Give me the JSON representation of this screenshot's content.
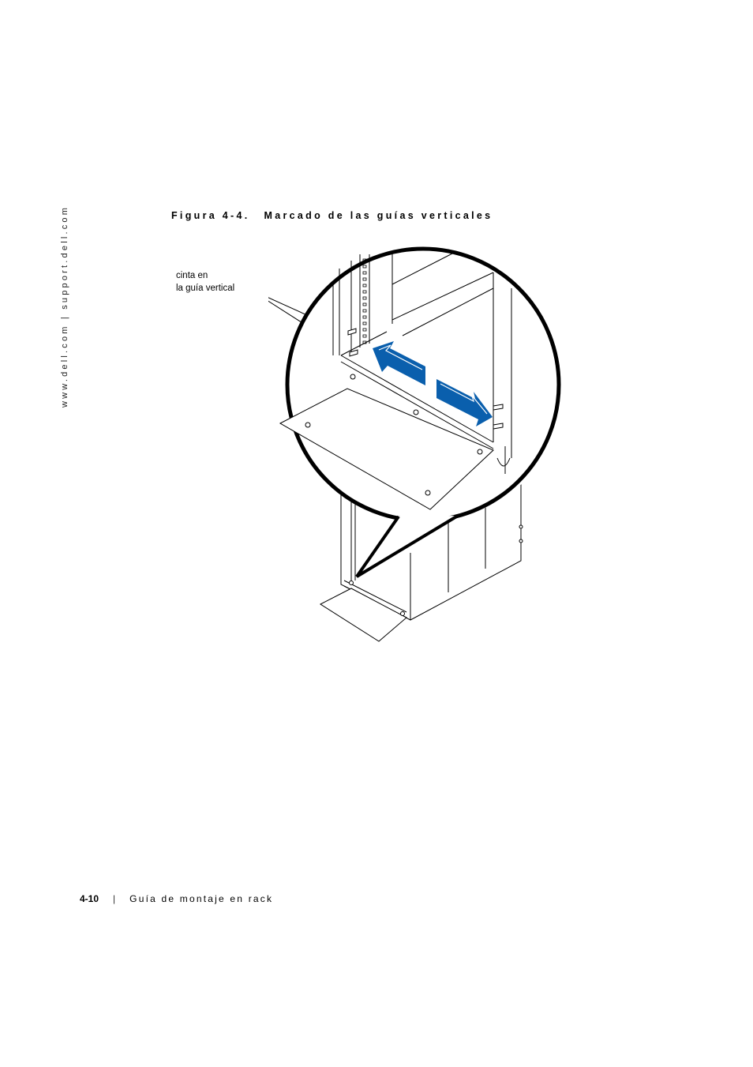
{
  "sidebar": {
    "url_text": "www.dell.com | support.dell.com"
  },
  "figure": {
    "number": "Figura 4-4.",
    "title": "Marcado de las guías verticales",
    "callout_line1": "cinta en",
    "callout_line2": "la guía vertical",
    "arrow_color": "#0a5fad"
  },
  "footer": {
    "page_number": "4-10",
    "separator": "|",
    "doc_title": "Guía de montaje en rack"
  }
}
